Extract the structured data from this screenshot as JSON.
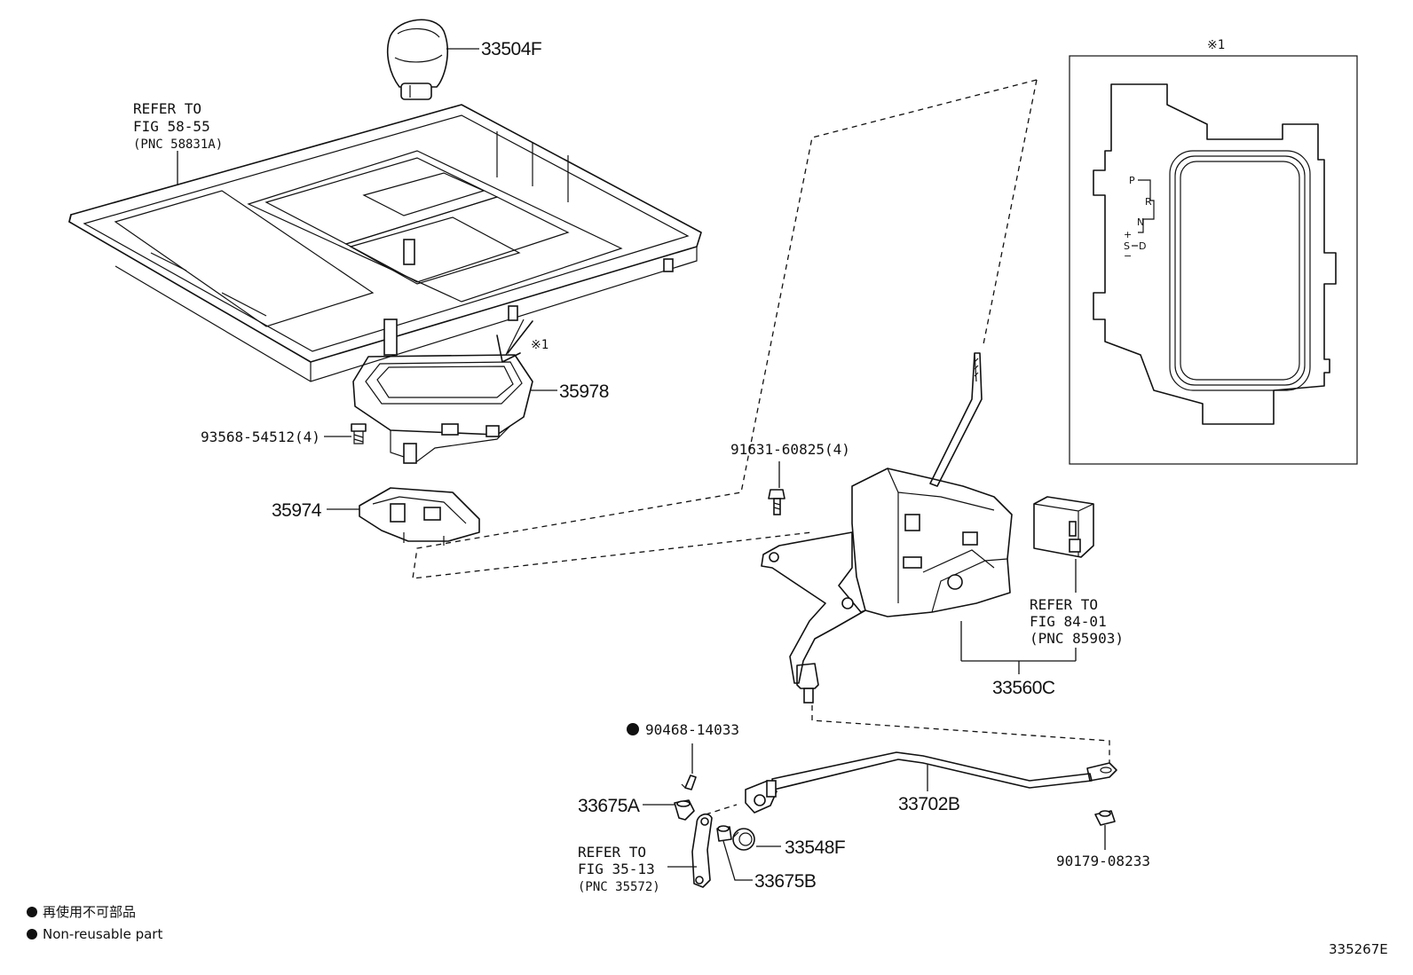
{
  "callouts": {
    "p33504F": "33504F",
    "p35978": "35978",
    "p93568": "93568-54512(4)",
    "p35974": "35974",
    "p91631": "91631-60825(4)",
    "p33560C": "33560C",
    "p90468": "90468-14033",
    "p33675A": "33675A",
    "p33702B": "33702B",
    "p33548F": "33548F",
    "p33675B": "33675B",
    "p90179": "90179-08233"
  },
  "refs": {
    "refer_58": {
      "line1": "REFER TO",
      "line2": "FIG 58-55",
      "line3": "(PNC 58831A)"
    },
    "refer_84": {
      "line1": "REFER TO",
      "line2": "FIG 84-01",
      "line3": "(PNC 85903)"
    },
    "refer_35": {
      "line1": "REFER TO",
      "line2": "FIG 35-13",
      "line3": "(PNC 35572)"
    }
  },
  "detail": {
    "marker": "※1",
    "arrow_marker": "※1",
    "shift_gates": {
      "p": "P",
      "r": "R",
      "n": "N",
      "d": "D",
      "s": "S",
      "plus": "+",
      "minus": "−"
    }
  },
  "legend": {
    "jp": "再使用不可部品",
    "en": "Non-reusable part"
  },
  "illustration_id": "335267E",
  "colors": {
    "ink": "#111111",
    "background": "#ffffff"
  }
}
